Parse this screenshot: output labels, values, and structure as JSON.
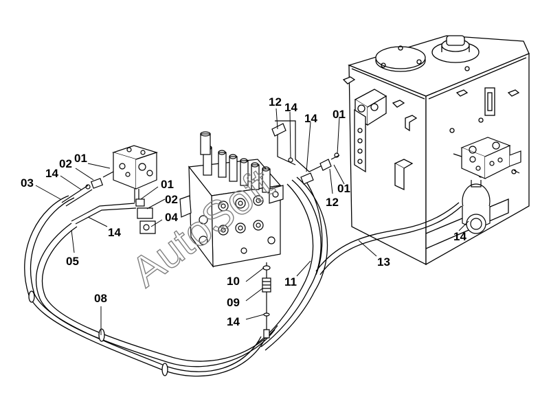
{
  "watermark": "AutoSoft",
  "colors": {
    "ink": "#000000",
    "paper": "#ffffff",
    "watermark": "#7f7f7f"
  },
  "callouts": {
    "c01_a": "01",
    "c01_b": "01",
    "c01_c": "01",
    "c01_d": "01",
    "c02_a": "02",
    "c02_b": "02",
    "c03": "03",
    "c04": "04",
    "c05": "05",
    "c08": "08",
    "c09": "09",
    "c10": "10",
    "c11": "11",
    "c12_a": "12",
    "c12_b": "12",
    "c13": "13",
    "c14_a": "14",
    "c14_b": "14",
    "c14_c": "14",
    "c14_d": "14",
    "c14_e": "14",
    "c14_f": "14"
  }
}
